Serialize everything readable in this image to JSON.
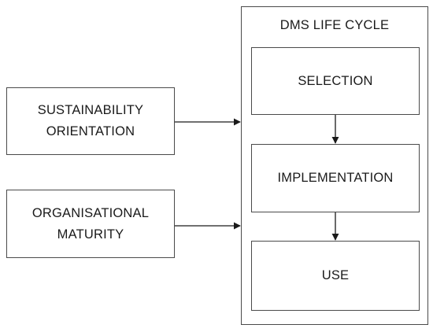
{
  "lifecycle": {
    "title": "DMS LIFE CYCLE",
    "stages": [
      {
        "label": "SELECTION"
      },
      {
        "label": "IMPLEMENTATION"
      },
      {
        "label": "USE"
      }
    ]
  },
  "factors": [
    {
      "label": "SUSTAINABILITY\nORIENTATION"
    },
    {
      "label": "ORGANISATIONAL\nMATURITY"
    }
  ],
  "colors": {
    "border": "#4a4a4a",
    "arrow": "#1a1a1a",
    "text": "#1a1a1a"
  }
}
